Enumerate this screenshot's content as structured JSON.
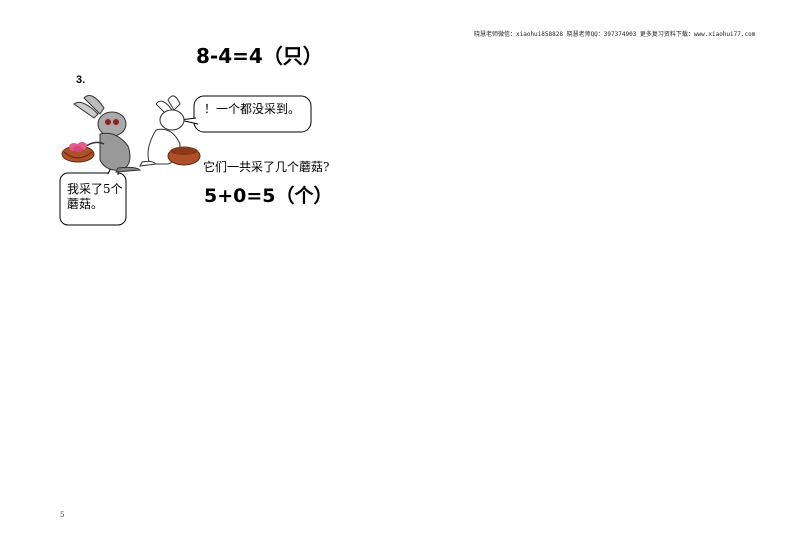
{
  "header": {
    "text": "晓慧老师微信：xiaohui858828 晓慧老师QQ：397374903 更多复习资料下载：www.xiaohui77.com"
  },
  "answer_top": {
    "text": "8-4=4（只）"
  },
  "question_number": "3.",
  "bubbles": {
    "right": "！一个都没采到。",
    "left": "我采了5个蘑菇。"
  },
  "question": "它们一共采了几个蘑菇?",
  "answer_bottom": {
    "text": "5+0=5（个）"
  },
  "page_number": "5"
}
